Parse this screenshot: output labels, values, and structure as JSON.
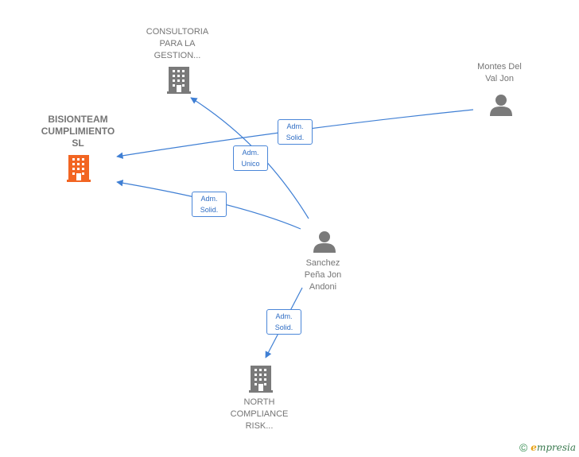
{
  "colors": {
    "edge": "#3f7fd4",
    "building": "#7a7a7a",
    "building_focus": "#f26522",
    "person": "#7a7a7a"
  },
  "nodes": {
    "consultoria": {
      "label": "CONSULTORIA\nPARA LA\nGESTION...",
      "icon": "building-icon"
    },
    "bisionteam": {
      "label": "BISIONTEAM\nCUMPLIMIENTO\nSL",
      "icon": "building-icon"
    },
    "montes": {
      "label": "Montes Del\nVal Jon",
      "icon": "person-icon"
    },
    "sanchez": {
      "label": "Sanchez\nPeña Jon\nAndoni",
      "icon": "person-icon"
    },
    "north": {
      "label": "NORTH\nCOMPLIANCE\nRISK...",
      "icon": "building-icon"
    }
  },
  "edges": {
    "montes_bisionteam": "Adm.\nSolid.",
    "sanchez_consultoria": "Adm.\nUnico",
    "sanchez_bisionteam": "Adm.\nSolid.",
    "sanchez_north": "Adm.\nSolid."
  },
  "footer": {
    "copyright": "©",
    "brand_initial": "e",
    "brand_rest": "mpresia"
  }
}
